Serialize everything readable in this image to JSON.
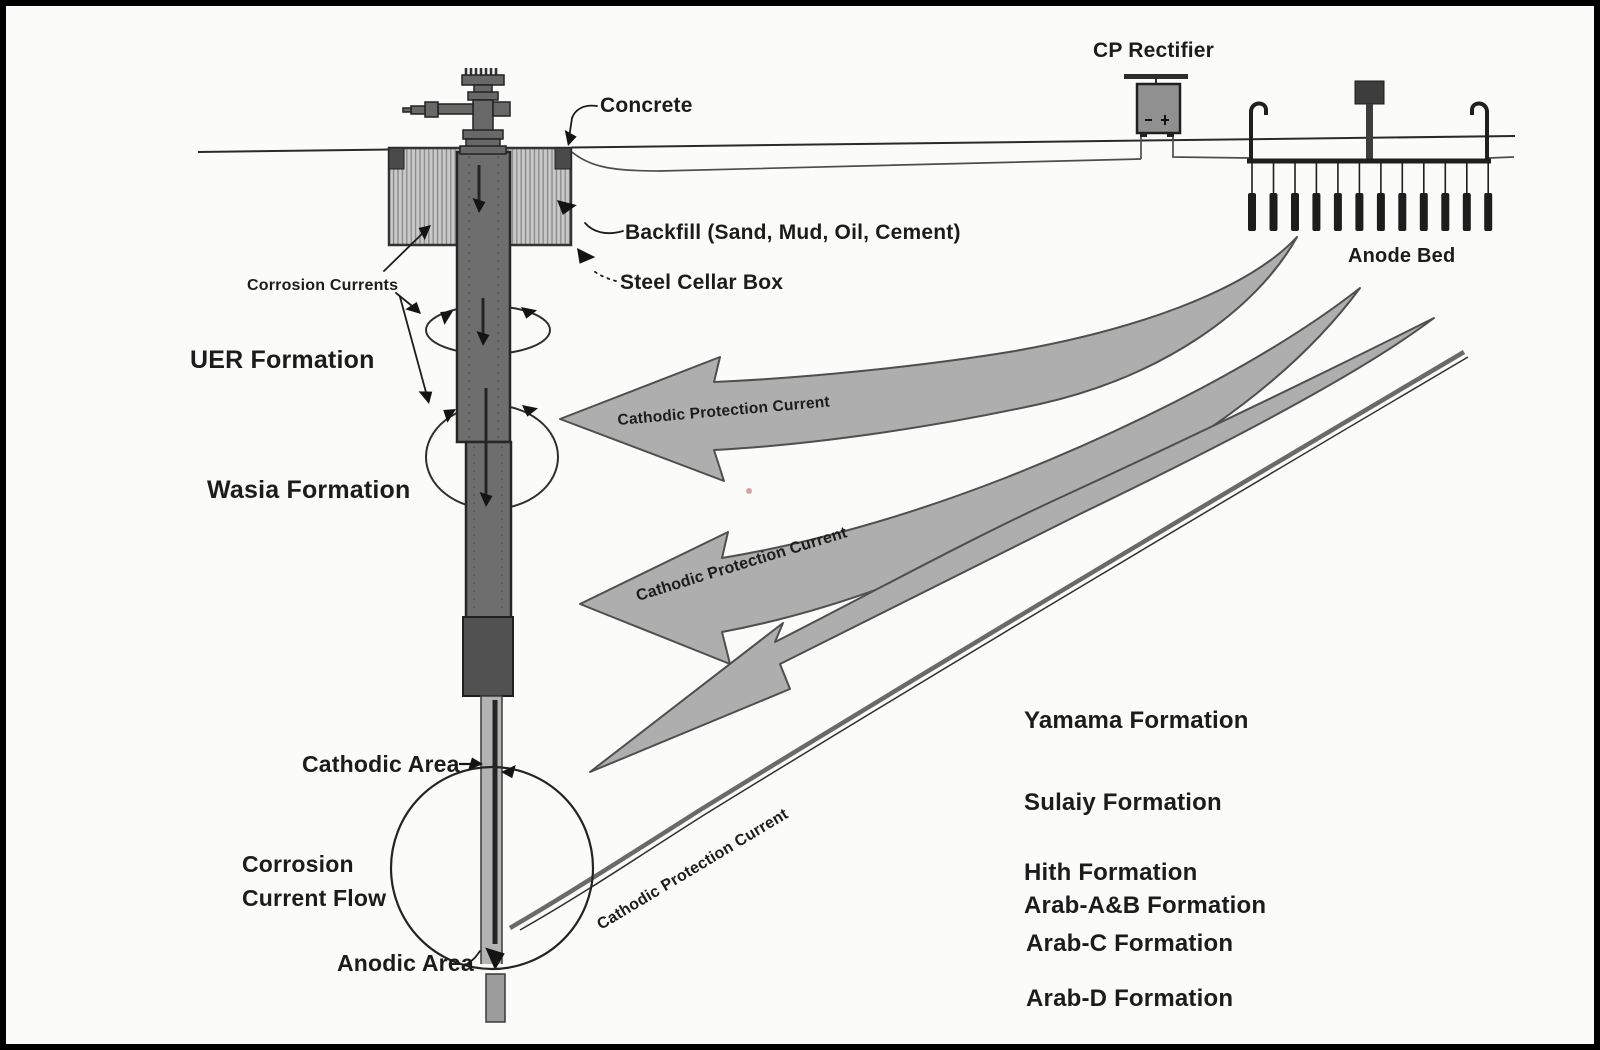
{
  "colors": {
    "ink": "#1c1c1c",
    "paper": "#fbfbfa",
    "arrow_fill": "#aeaeae",
    "arrow_edge": "#4f4f4f",
    "casing_dark": "#6e6e6e",
    "casing_collar": "#515151",
    "casing_light": "#b3b3b3",
    "backfill_bg": "#c9c9c9",
    "backfill_line": "#868686",
    "rectifier_fill": "#909090",
    "anode_rod": "#1d1d1d",
    "concrete_block": "#4a4a4a"
  },
  "labels": {
    "concrete": "Concrete",
    "backfill": "Backfill (Sand, Mud, Oil, Cement)",
    "steel_cellar_box": "Steel Cellar Box",
    "corrosion_currents": "Corrosion Currents",
    "uer_formation": "UER Formation",
    "wasia_formation": "Wasia Formation",
    "cp_rectifier": "CP Rectifier",
    "anode_bed": "Anode Bed",
    "cp_current_upper": "Cathodic Protection Current",
    "cp_current_middle": "Cathodic Protection Current",
    "cp_current_deep": "Cathodic Protection Current",
    "cathodic_area": "Cathodic Area",
    "corrosion_flow_1": "Corrosion",
    "corrosion_flow_2": "Current Flow",
    "anodic_area": "Anodic Area"
  },
  "formations": [
    "Yamama Formation",
    "Sulaiy Formation",
    "Hith Formation",
    "Arab-A&B Formation",
    "Arab-C Formation",
    "Arab-D Formation"
  ]
}
